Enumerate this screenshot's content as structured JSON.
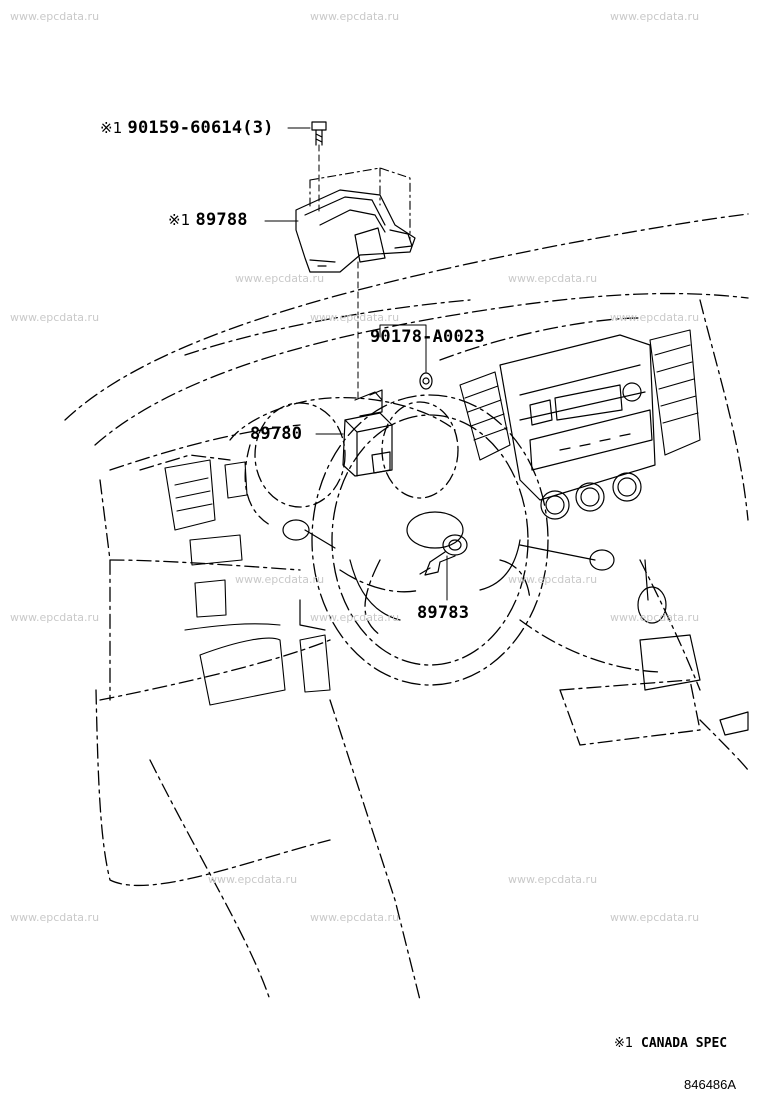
{
  "watermark": "www.epcdata.ru",
  "mark": "※1",
  "parts": [
    {
      "id": "bolt",
      "number": "90159-60614(3)",
      "marked": true
    },
    {
      "id": "bracket",
      "number": "89788",
      "marked": true
    },
    {
      "id": "clip",
      "number": "90178-A0023",
      "marked": false
    },
    {
      "id": "ecu",
      "number": "89780",
      "marked": false
    },
    {
      "id": "immobilizer-coil",
      "number": "89783",
      "marked": false
    }
  ],
  "footnote": {
    "mark": "※1",
    "text": "CANADA SPEC"
  },
  "diagram_code": "846486A"
}
